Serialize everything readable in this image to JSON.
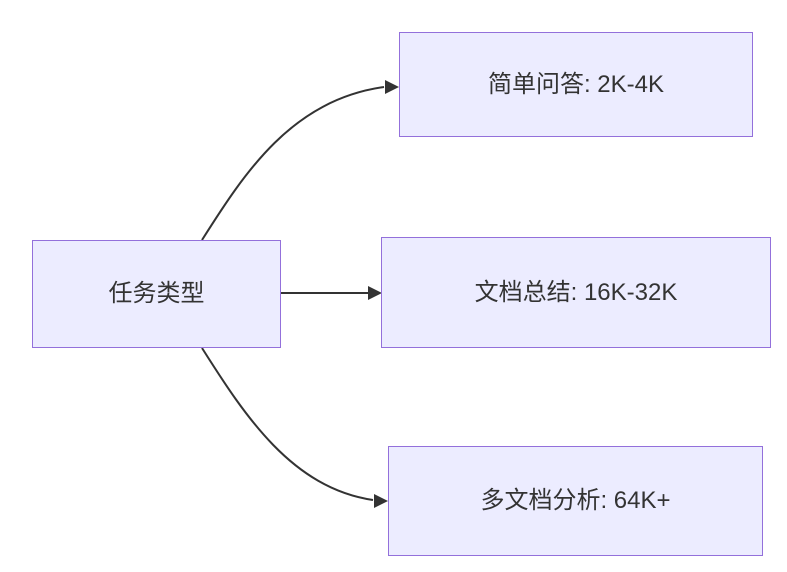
{
  "diagram": {
    "type": "flowchart-left-to-right",
    "nodes": [
      {
        "id": "root",
        "label": "任务类型"
      },
      {
        "id": "simple-qa",
        "label": "简单问答: 2K-4K"
      },
      {
        "id": "doc-summary",
        "label": "文档总结: 16K-32K"
      },
      {
        "id": "multi-doc",
        "label": "多文档分析: 64K+"
      }
    ],
    "edges": [
      {
        "from": "root",
        "to": "simple-qa"
      },
      {
        "from": "root",
        "to": "doc-summary"
      },
      {
        "from": "root",
        "to": "multi-doc"
      }
    ]
  },
  "colors": {
    "node_fill": "#ECECFF",
    "node_border": "#9370DB",
    "edge": "#333333",
    "text": "#333333",
    "background": "#FFFFFF"
  }
}
